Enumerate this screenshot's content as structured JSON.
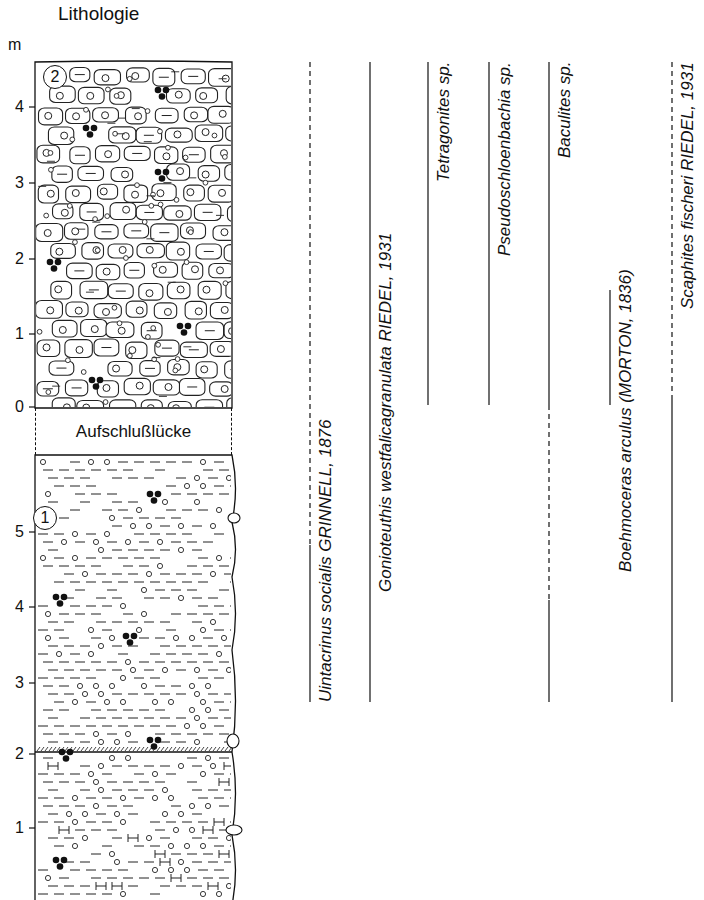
{
  "diagram": {
    "nodes": [
      {
        "text": [
          "2"
        ]
      },
      {
        "text": [
          "Aufschlußlücke"
        ]
      },
      {
        "text": [
          "1"
        ]
      }
    ],
    "labels": [
      "Lithologie",
      "m",
      "4",
      "3",
      "2",
      "1",
      "0",
      "5",
      "4",
      "3",
      "2",
      "1",
      "Uintacrinus socialis GRINNELL, 1876",
      "Gonioteuthis westfalicagranulata RIEDEL, 1931",
      "Tetragonites sp.",
      "Pseudoschloenbachia sp.",
      "Baculites sp.",
      "Boehmoceras arculus (MORTON, 1836)",
      "Scaphites fischeri RIEDEL, 1931"
    ]
  }
}
